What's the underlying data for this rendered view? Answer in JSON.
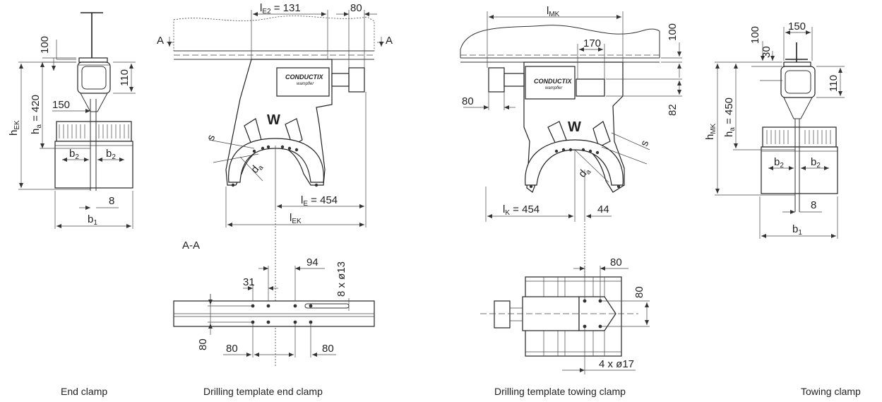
{
  "captions": {
    "end_clamp": "End clamp",
    "drill_end": "Drilling template end clamp",
    "drill_towing": "Drilling template towing clamp",
    "towing_clamp": "Towing clamp"
  },
  "end_clamp": {
    "d100": "100",
    "d110": "110",
    "d150": "150",
    "ha": "h",
    "ha_sub": "a",
    "ha_val": " = 420",
    "hek": "h",
    "hek_sub": "EK",
    "b2_left": "b",
    "b2_right": "b",
    "b_sub": "2",
    "d8": "8",
    "b1": "b",
    "b1_sub": "1"
  },
  "drill_end": {
    "le2": "l",
    "le2_sub": "E2",
    "le2_val": " = 131",
    "d80": "80",
    "a_left": "A",
    "a_right": "A",
    "s": "s",
    "da": "d",
    "da_sub": "a",
    "le": "l",
    "le_sub": "E",
    "le_val": " = 454",
    "lek": "l",
    "lek_sub": "EK",
    "logo": "CONDUCTIX",
    "logo_sub": "wampfler",
    "w": "W"
  },
  "section_aa": {
    "label": "A-A",
    "d94": "94",
    "d31": "31",
    "holes": "8 x ø13",
    "d80_v": "80",
    "d80_a": "80",
    "d80_b": "80"
  },
  "drill_towing": {
    "lmk": "l",
    "lmk_sub": "MK",
    "d170": "170",
    "d100": "100",
    "d80": "80",
    "d82": "82",
    "s": "s",
    "da": "d",
    "da_sub": "a",
    "lk": "l",
    "lk_sub": "K",
    "lk_val": " = 454",
    "d44": "44",
    "logo": "CONDUCTIX",
    "logo_sub": "wampfler",
    "w": "W"
  },
  "towing_plan": {
    "d80_h": "80",
    "d80_v": "80",
    "holes": "4 x ø17"
  },
  "towing_clamp": {
    "d100": "100",
    "d30": "30",
    "d150": "150",
    "d110": "110",
    "ha": "h",
    "ha_sub": "a",
    "ha_val": " = 450",
    "hmk": "h",
    "hmk_sub": "MK",
    "b2_left": "b",
    "b2_right": "b",
    "b_sub": "2",
    "d8": "8",
    "b1": "b",
    "b1_sub": "1"
  }
}
